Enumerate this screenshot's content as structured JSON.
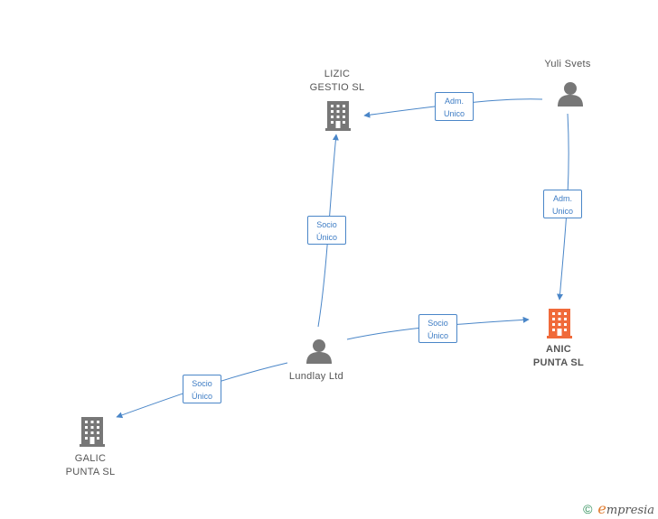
{
  "nodes": {
    "lizic": {
      "label": "LIZIC\nGESTIO  SL",
      "type": "company",
      "color": "#777777"
    },
    "yuli": {
      "label": "Yuli Svets",
      "type": "person",
      "color": "#777777"
    },
    "anic": {
      "label": "ANIC\nPUNTA  SL",
      "type": "company",
      "color": "#f06a3a"
    },
    "lundlay": {
      "label": "Lundlay Ltd",
      "type": "person",
      "color": "#777777"
    },
    "galic": {
      "label": "GALIC\nPUNTA  SL",
      "type": "company",
      "color": "#777777"
    }
  },
  "edges": {
    "yuli_lizic": {
      "label": "Adm.\nUnico"
    },
    "yuli_anic": {
      "label": "Adm.\nUnico"
    },
    "lundlay_lizic": {
      "label": "Socio\nÚnico"
    },
    "lundlay_anic": {
      "label": "Socio\nÚnico"
    },
    "lundlay_galic": {
      "label": "Socio\nÚnico"
    }
  },
  "footer": {
    "copyright_symbol": "©",
    "brand_initial": "e",
    "brand_rest": "mpresia"
  },
  "colors": {
    "edge": "#4a86c8",
    "highlight": "#f06a3a",
    "neutral": "#777777"
  }
}
